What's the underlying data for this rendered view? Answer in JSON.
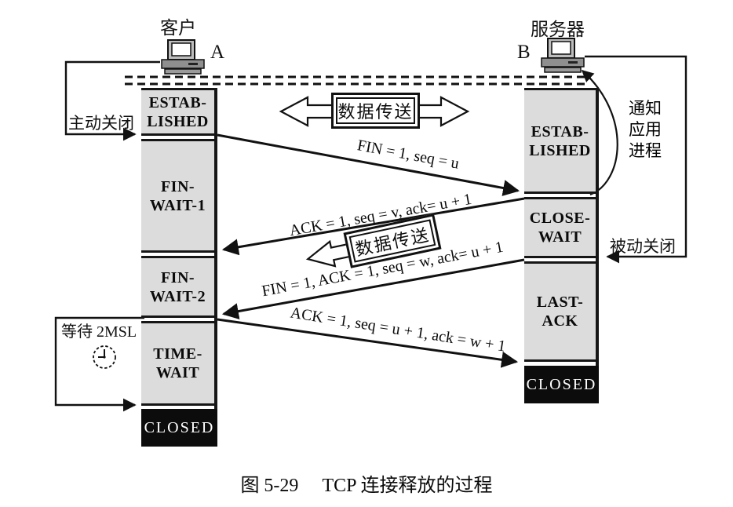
{
  "client": {
    "label": "客户",
    "letter": "A",
    "states": [
      {
        "line1": "ESTAB-",
        "line2": "LISHED"
      },
      {
        "line1": "FIN-",
        "line2": "WAIT-1"
      },
      {
        "line1": "FIN-",
        "line2": "WAIT-2"
      },
      {
        "line1": "TIME-",
        "line2": "WAIT"
      },
      {
        "line1": "CLOSED"
      }
    ]
  },
  "server": {
    "label": "服务器",
    "letter": "B",
    "states": [
      {
        "line1": "ESTAB-",
        "line2": "LISHED"
      },
      {
        "line1": "CLOSE-",
        "line2": "WAIT"
      },
      {
        "line1": "LAST-",
        "line2": "ACK"
      },
      {
        "line1": "CLOSED"
      }
    ]
  },
  "messages": {
    "fin1": "FIN = 1, seq = u",
    "ack1": "ACK = 1, seq = v, ack= u + 1",
    "finack": "FIN = 1, ACK = 1, seq = w, ack= u + 1",
    "ack2": "ACK = 1, seq = u + 1, ack = w + 1"
  },
  "annotations": {
    "active_close": "主动关闭",
    "passive_close": "被动关闭",
    "notify_line1": "通知",
    "notify_line2": "应用",
    "notify_line3": "进程",
    "wait_2msl": "等待 2MSL",
    "data_transfer_top": "数据传送",
    "data_transfer_mid": "数据传送"
  },
  "caption": {
    "figure_no": "图 5-29",
    "title": "TCP 连接释放的过程"
  },
  "colors": {
    "state_fill": "#dcdcdc",
    "state_border": "#161616",
    "closed_fill": "#0c0c0c",
    "closed_text": "#ffffff",
    "line": "#111111"
  }
}
